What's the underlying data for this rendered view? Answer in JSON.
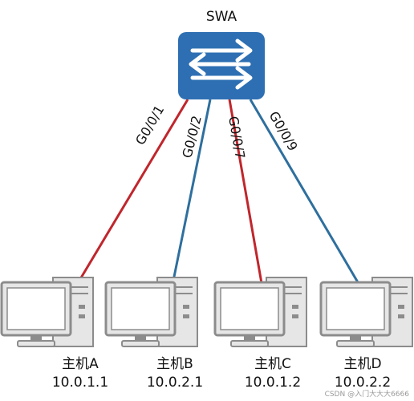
{
  "switch": {
    "label": "SWA",
    "color": "#2e6fb3"
  },
  "links": [
    {
      "port": "G0/0/1",
      "color": "#c0262c"
    },
    {
      "port": "G0/0/2",
      "color": "#2e6f9e"
    },
    {
      "port": "G0/0/7",
      "color": "#c0262c"
    },
    {
      "port": "G0/0/9",
      "color": "#2e6f9e"
    }
  ],
  "hosts": [
    {
      "name": "主机A",
      "ip": "10.0.1.1"
    },
    {
      "name": "主机B",
      "ip": "10.0.2.1"
    },
    {
      "name": "主机C",
      "ip": "10.0.1.2"
    },
    {
      "name": "主机D",
      "ip": "10.0.2.2"
    }
  ],
  "watermark": "CSDN @入门大大大6666",
  "colors": {
    "pc_frame": "#8c8c8c",
    "pc_body": "#e6e6e6",
    "screen": "#ffffff"
  }
}
